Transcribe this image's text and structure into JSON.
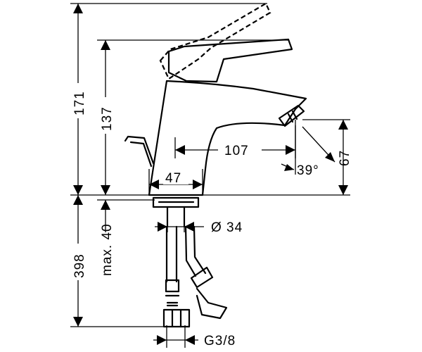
{
  "dimensions": {
    "total_height": "171",
    "spout_height": "137",
    "spout_reach": "107",
    "aerator_clearance": "67",
    "body_diameter": "47",
    "spout_angle": "39°",
    "hole_diameter": "Ø 34",
    "hose_length": "398",
    "max_thickness": "max. 40",
    "connection_thread": "G3/8"
  }
}
